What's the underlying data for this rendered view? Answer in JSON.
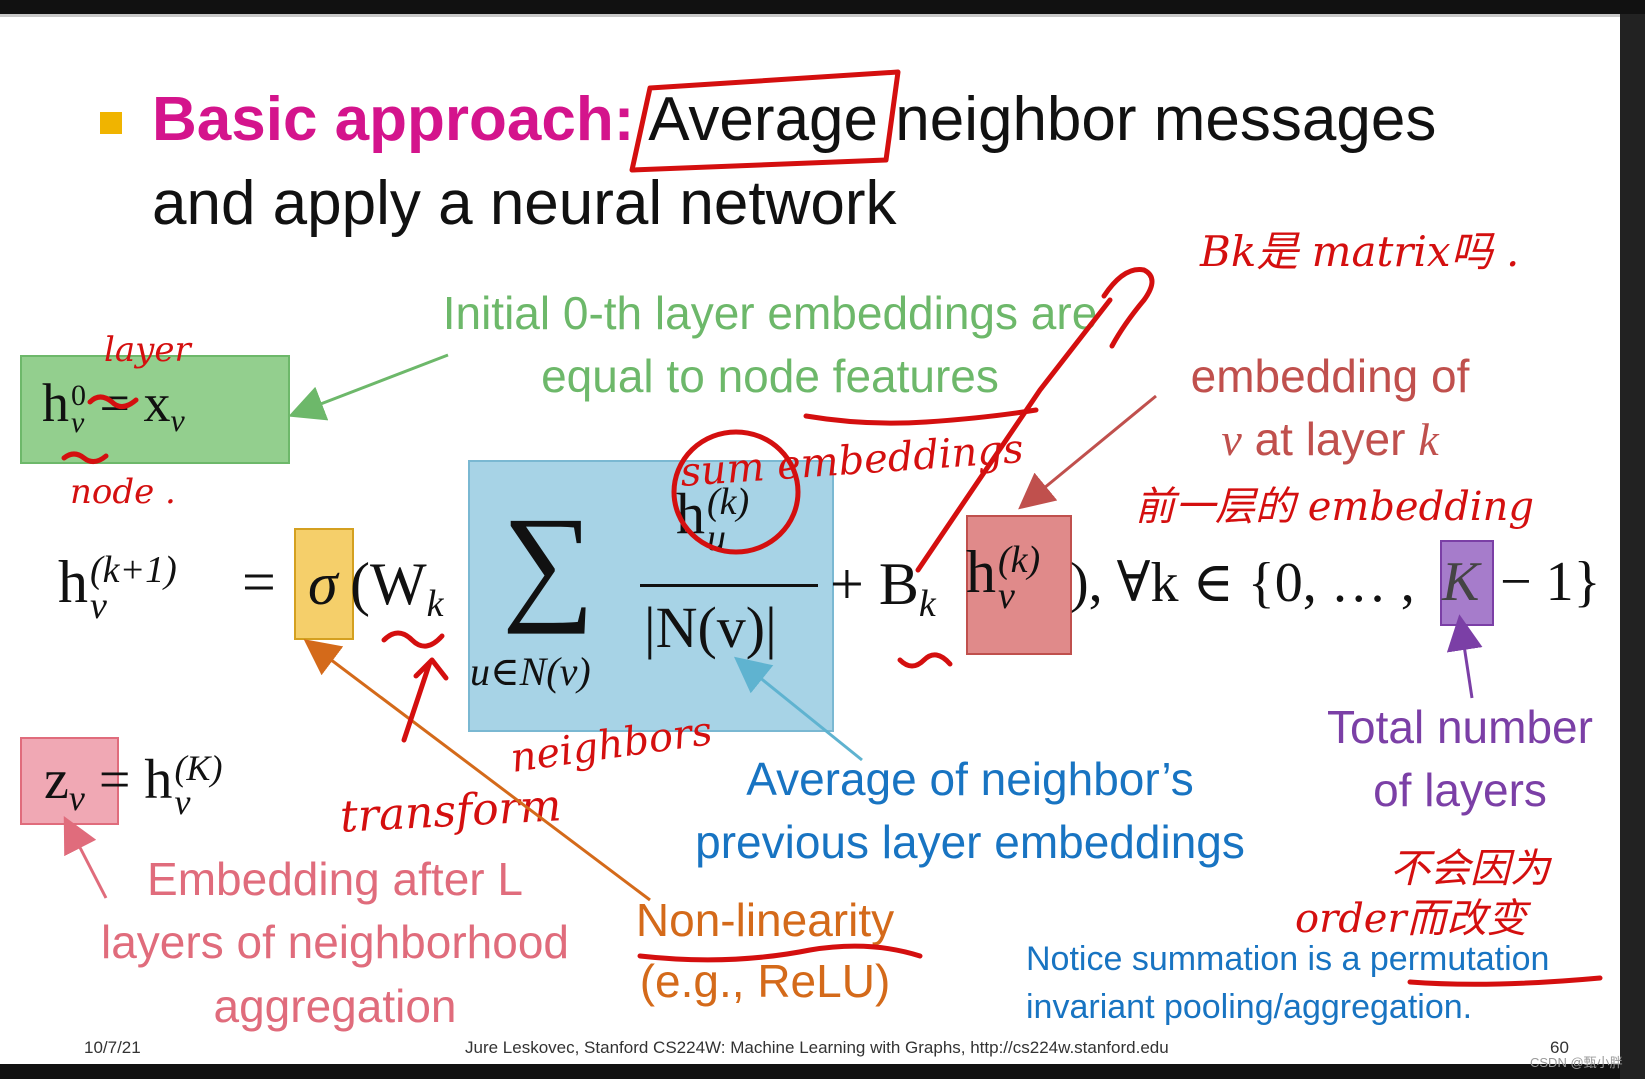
{
  "slide": {
    "title_highlight": "Basic approach:",
    "title_rest_line1": "Average neighbor messages",
    "title_line2": "and apply a neural network",
    "initial_note_line1": "Initial 0-th layer embeddings are",
    "initial_note_line2": "equal to node features",
    "embedding_of_line1": "embedding of",
    "embedding_of_line2": "at layer",
    "embedding_of_v": "v",
    "embedding_of_k": "k",
    "avg_note_line1": "Average of neighbor’s",
    "avg_note_line2": "previous layer embeddings",
    "total_layers_line1": "Total number",
    "total_layers_line2": "of layers",
    "embedding_after_line1": "Embedding after L",
    "embedding_after_line2": "layers of neighborhood",
    "embedding_after_line3": "aggregation",
    "nonlin_line1": "Non-linearity",
    "nonlin_line2": "(e.g., ReLU)",
    "notice_line1": "Notice summation is a permutation",
    "notice_line2": "invariant pooling/aggregation."
  },
  "math": {
    "eq0_lhs": "h",
    "eq0_sup": "0",
    "eq0_sub": "v",
    "eq0_rhs": "= x",
    "eq0_rhs_sub": "v",
    "main_lhs": "h",
    "main_lhs_sup": "(k+1)",
    "main_lhs_sub": "v",
    "eq_sign": "=",
    "sigma": "σ",
    "open_w": "(W",
    "w_sub": "k",
    "sum": "∑",
    "sum_under": "u∈N(v)",
    "num": "h",
    "num_sup": "(k)",
    "num_sub": "u",
    "den": "|N(v)|",
    "plus_b": "+ B",
    "b_sub": "k",
    "hv": "h",
    "hv_sup": "(k)",
    "hv_sub": "v",
    "tail": "), ∀k ∈ {0, … ,",
    "K": "K",
    "tail2": "− 1}",
    "zv": "z",
    "zv_sub": "v",
    "zv_eq": "= h",
    "zv_sup": "(K)",
    "zv_sub2": "v"
  },
  "handwriting": {
    "layer": "layer",
    "node": "node .",
    "sum_embeddings": "sum embeddings",
    "bk_question": "Bk是 matrix吗 .",
    "prev_layer": "前一层的 embedding",
    "neighbors": "neighbors",
    "transform": "transform",
    "order_note": "order而改变",
    "not_because": "不会因为"
  },
  "footer": {
    "date": "10/7/21",
    "credit": "Jure Leskovec, Stanford CS224W: Machine Learning with Graphs, http://cs224w.stanford.edu",
    "page": "60",
    "watermark": "CSDN @甄小胖"
  },
  "colors": {
    "title_highlight": "#d4148c",
    "green_text": "#6db86a",
    "green_box": "#93cf8e",
    "red_text": "#c0504d",
    "red_box": "#e08a8a",
    "blue_text": "#1874c2",
    "blue_box": "#a7d3e6",
    "purple_text": "#7b3fa6",
    "purple_box": "#a67ccb",
    "pink_text": "#e06c7c",
    "pink_box": "#f0a8b4",
    "orange_text": "#d46a1a",
    "orange_box": "#f5cf6a",
    "handwriting": "#d40f0f"
  }
}
